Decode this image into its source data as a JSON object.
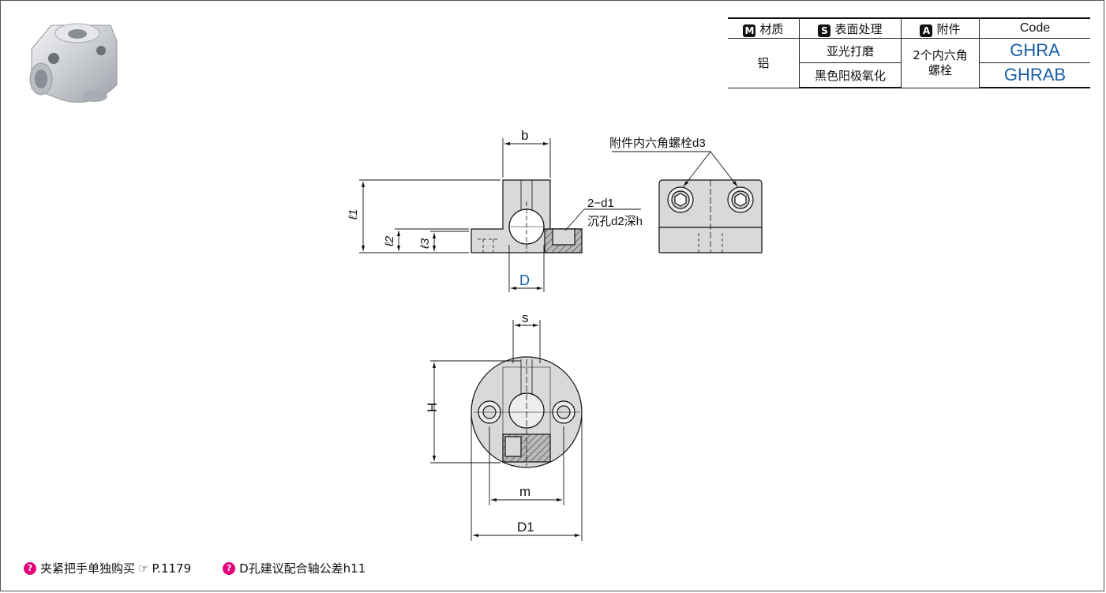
{
  "table": {
    "headers": {
      "material_badge": "M",
      "material": "材质",
      "surface_badge": "S",
      "surface": "表面处理",
      "accessory_badge": "A",
      "accessory": "附件",
      "code": "Code"
    },
    "material_value": "铝",
    "accessory_value_line1": "2个内六角",
    "accessory_value_line2": "螺栓",
    "rows": [
      {
        "surface": "亚光打磨",
        "code": "GHRA"
      },
      {
        "surface": "黑色阳极氧化",
        "code": "GHRAB"
      }
    ]
  },
  "diagram": {
    "label_b": "b",
    "label_l1": "ℓ1",
    "label_l2": "ℓ2",
    "label_l3": "ℓ3",
    "label_D": "D",
    "label_2d1": "2−d1",
    "label_counterbore": "沉孔d2深h",
    "label_bolt": "附件内六角螺栓d3",
    "label_s": "s",
    "label_H": "H",
    "label_m": "m",
    "label_D1": "D1"
  },
  "notes": [
    {
      "text": "夹紧把手单独购买",
      "ref": "P.1179"
    },
    {
      "text": "D孔建议配合轴公差h11"
    }
  ],
  "colors": {
    "code": "#1b5ea8",
    "note_icon": "#e0007a",
    "part_fill": "#d8d9db",
    "section": "#b8b9bb"
  }
}
